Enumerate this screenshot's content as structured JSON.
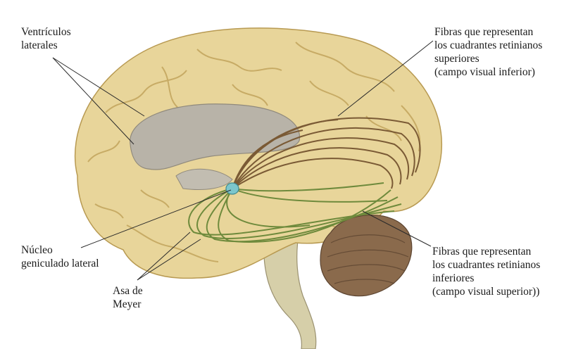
{
  "labels": {
    "ventricles": [
      "Ventrículos",
      "laterales"
    ],
    "superior_fibers": [
      "Fibras que representan",
      "los cuadrantes retinianos",
      "superiores",
      "(campo visual inferior)"
    ],
    "lgn": [
      "Núcleo",
      "geniculado lateral"
    ],
    "meyer": [
      "Asa de",
      "Meyer"
    ],
    "inferior_fibers": [
      "Fibras que representan",
      "los cuadrantes retinianos",
      "inferiores",
      "(campo visual superior))"
    ]
  },
  "colors": {
    "cortex": "#e8d59a",
    "cortex_dark": "#c9aa5e",
    "ventricle": "#b8b3a8",
    "cerebellum": "#8a6a4c",
    "brainstem": "#d8d2b4",
    "superior_fibers": "#7a5a35",
    "inferior_fibers": "#6e8a3c",
    "lgn": "#7cc6cc"
  }
}
